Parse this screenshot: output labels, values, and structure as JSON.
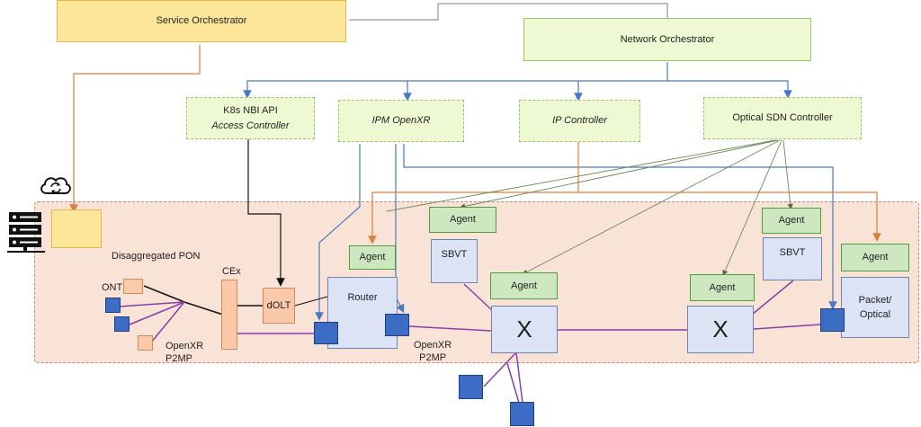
{
  "service_orchestrator": "Service Orchestrator",
  "network_orchestrator": "Network Orchestrator",
  "k8s_controller": {
    "line1": "K8s NBI API",
    "line2": "Access Controller"
  },
  "ipm_openxr": "IPM OpenXR",
  "ip_controller": "IP Controller",
  "optical_sdn_controller": "Optical SDN Controller",
  "disaggregated_pon": "Disaggregated PON",
  "ont": "ONT",
  "cex": "CEx",
  "dolt": "dOLT",
  "router": "Router",
  "agent": "Agent",
  "sbvt": "SBVT",
  "packet_optical": "Packet/\nOptical",
  "cross_connect": "X",
  "openxr_p2mp": "OpenXR\nP2MP",
  "colors": {
    "orchestrator_fill": "#fde69a",
    "controller_fill": "#eef9d4",
    "agent_fill": "#cde8c1",
    "device_fill": "#dbe3f4",
    "region_fill": "#f9e3d6",
    "port_fill": "#3d6cc4",
    "orange_link": "#d9803b",
    "blue_link": "#4a79c4",
    "purple_link": "#8a3fa8",
    "green_link": "#6b8a55"
  },
  "icons": [
    "cloud-sync-icon",
    "server-rack-icon"
  ]
}
